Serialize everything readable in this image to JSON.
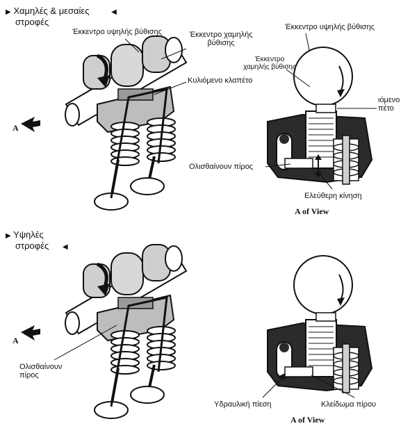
{
  "top": {
    "heading_line1": "Χαμηλές & μεσαίες",
    "heading_line2": "στροφές",
    "label_high_cam": "Έκκεντρο υψηλής βύθισης",
    "label_low_cam_line1": "Έκκεντρο χαμηλής",
    "label_low_cam_line2": "βύθισης",
    "label_roller": "Κυλιόμενο κλαπέτο",
    "label_arrow_a": "A",
    "right_high_cam": "Έκκεντρο υψηλής βύθισης",
    "right_low_cam_line1": "Έκκεντρο",
    "right_low_cam_line2": "χαμηλής βύθισης",
    "right_roller_line1": "ιόμενο",
    "right_roller_line2": "πέτο",
    "right_sliding_pin": "Ολισθαίνουν πίρος",
    "right_free_motion": "Ελεύθερη κίνηση",
    "view_caption": "A of View"
  },
  "bottom": {
    "heading_line1": "Υψηλές",
    "heading_line2": "στροφές",
    "label_arrow_a": "A",
    "label_sliding_pin_line1": "Ολισθαίνουν",
    "label_sliding_pin_line2": "πίρος",
    "right_hydraulic": "Υδραυλική πίεση",
    "right_pin_lock": "Κλείδωμα πίρου",
    "view_caption": "A of View"
  },
  "icons": {
    "marker_left": "▶",
    "marker_right": "◀"
  }
}
